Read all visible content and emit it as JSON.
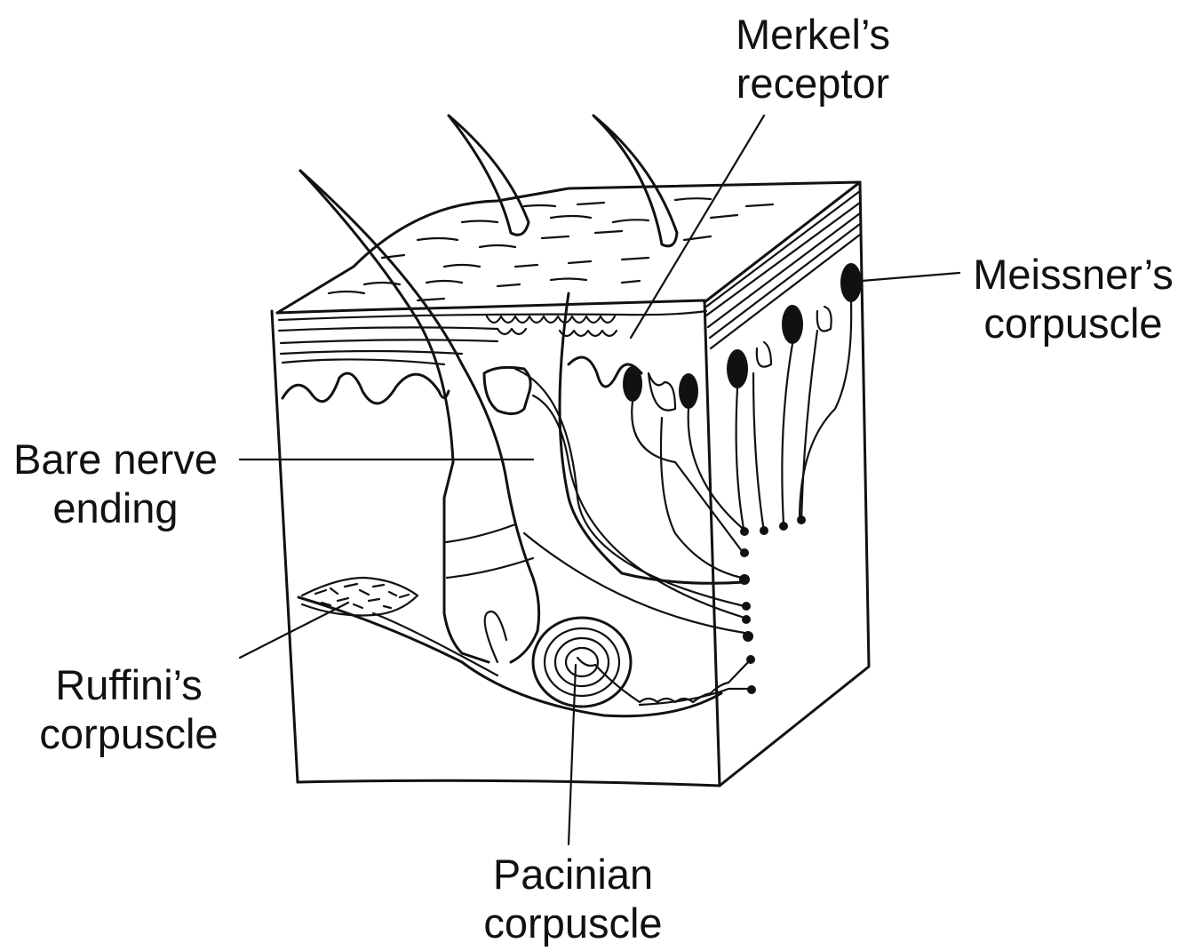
{
  "labels": {
    "merkel": {
      "line1": "Merkel’s",
      "line2": "receptor"
    },
    "meissner": {
      "line1": "Meissner’s",
      "line2": "corpuscle"
    },
    "bare": {
      "line1": "Bare nerve",
      "line2": "ending"
    },
    "ruffini": {
      "line1": "Ruffini’s",
      "line2": "corpuscle"
    },
    "pacinian": {
      "line1": "Pacinian",
      "line2": "corpuscle"
    }
  },
  "colors": {
    "ink": "#111111",
    "background": "#ffffff"
  }
}
